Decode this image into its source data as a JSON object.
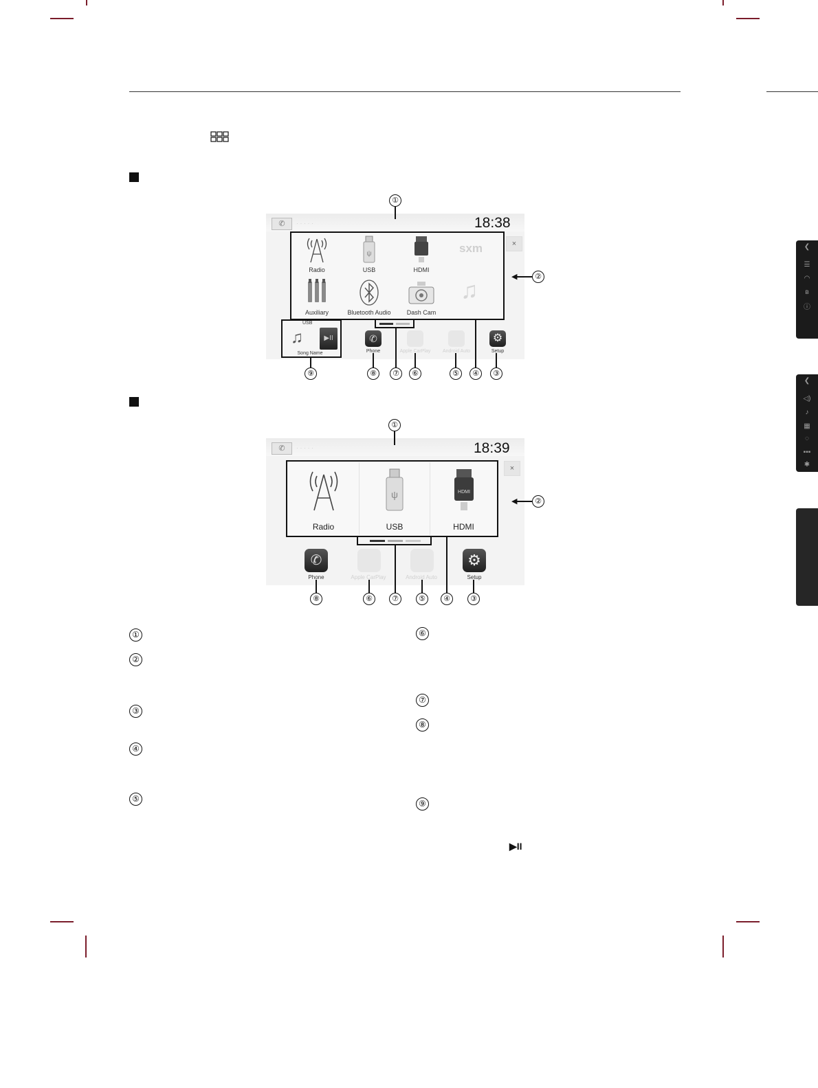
{
  "screen1": {
    "clock": "18:38",
    "close_icon": "×",
    "apps": [
      {
        "label": "Radio",
        "icon": "radio-antenna-icon"
      },
      {
        "label": "USB",
        "icon": "usb-icon"
      },
      {
        "label": "HDMI",
        "icon": "hdmi-icon"
      },
      {
        "label": "",
        "icon": "sxm-icon",
        "text": "sxm"
      },
      {
        "label": "Auxiliary",
        "icon": "auxiliary-icon"
      },
      {
        "label": "Bluetooth Audio",
        "icon": "bluetooth-icon"
      },
      {
        "label": "Dash Cam",
        "icon": "dash-cam-icon"
      },
      {
        "label": "",
        "icon": "music-note-icon"
      }
    ],
    "now_playing": {
      "source": "USB",
      "song": "Song Name",
      "note_icon": "♫",
      "playpause_icon": "▶II"
    },
    "dock": [
      {
        "label": "Phone",
        "icon": "phone-icon",
        "faded": false
      },
      {
        "label": "Apple CarPlay",
        "icon": "carplay-icon",
        "faded": true
      },
      {
        "label": "Android Auto",
        "icon": "android-auto-icon",
        "faded": true
      },
      {
        "label": "Setup",
        "icon": "gear-icon",
        "faded": false
      }
    ],
    "callouts": {
      "top": "①",
      "right": "②",
      "bottom": [
        "⑨",
        "⑧",
        "⑦",
        "⑥",
        "⑤",
        "④",
        "③"
      ]
    }
  },
  "screen2": {
    "clock": "18:39",
    "close_icon": "×",
    "apps": [
      {
        "label": "Radio",
        "icon": "radio-antenna-icon"
      },
      {
        "label": "USB",
        "icon": "usb-icon"
      },
      {
        "label": "HDMI",
        "icon": "hdmi-icon"
      }
    ],
    "hdmi_text": "HDMI",
    "dock": [
      {
        "label": "Phone",
        "icon": "phone-icon",
        "faded": false
      },
      {
        "label": "Apple CarPlay",
        "icon": "carplay-icon",
        "faded": true
      },
      {
        "label": "Android Auto",
        "icon": "android-auto-icon",
        "faded": true
      },
      {
        "label": "Setup",
        "icon": "gear-icon",
        "faded": false
      }
    ],
    "callouts": {
      "top": "①",
      "right": "②",
      "bottom": [
        "⑧",
        "⑥",
        "⑦",
        "⑤",
        "④",
        "③"
      ]
    }
  },
  "header_grid_icon": "menu-grid-icon",
  "legend": {
    "left": [
      "①",
      "②",
      "③",
      "④",
      "⑤"
    ],
    "right": [
      "⑥",
      "⑦",
      "⑧",
      "⑨"
    ]
  },
  "play_pause_icon": "▶II"
}
